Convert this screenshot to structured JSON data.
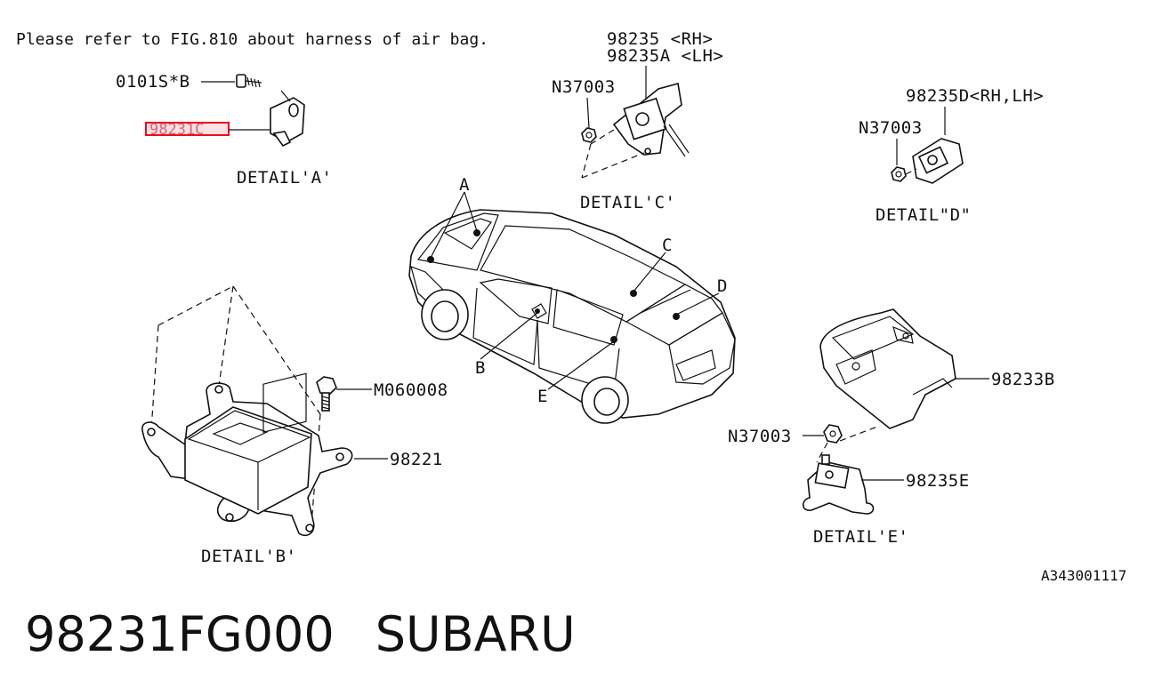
{
  "note": "Please refer to FIG.810 about harness of air bag.",
  "drawing_id": "A343001117",
  "highlight_color": "#e8101c",
  "detail_a": {
    "bolt_label": "0101S*B",
    "part_label": "98231C",
    "caption": "DETAIL'A'"
  },
  "detail_b": {
    "bolt_label": "M060008",
    "part_label": "98221",
    "caption": "DETAIL'B'"
  },
  "detail_c": {
    "part_rh": "98235  <RH>",
    "part_lh": "98235A <LH>",
    "nut_label": "N37003",
    "caption": "DETAIL'C'"
  },
  "detail_d": {
    "part_label": "98235D<RH,LH>",
    "nut_label": "N37003",
    "caption": "DETAIL\"D\""
  },
  "detail_e": {
    "cover_label": "98233B",
    "nut_label": "N37003",
    "part_label": "98235E",
    "caption": "DETAIL'E'"
  },
  "car_callouts": {
    "a": "A",
    "b": "B",
    "c": "C",
    "d": "D",
    "e": "E"
  },
  "footer": {
    "part_number": "98231FG000",
    "brand": "SUBARU"
  }
}
